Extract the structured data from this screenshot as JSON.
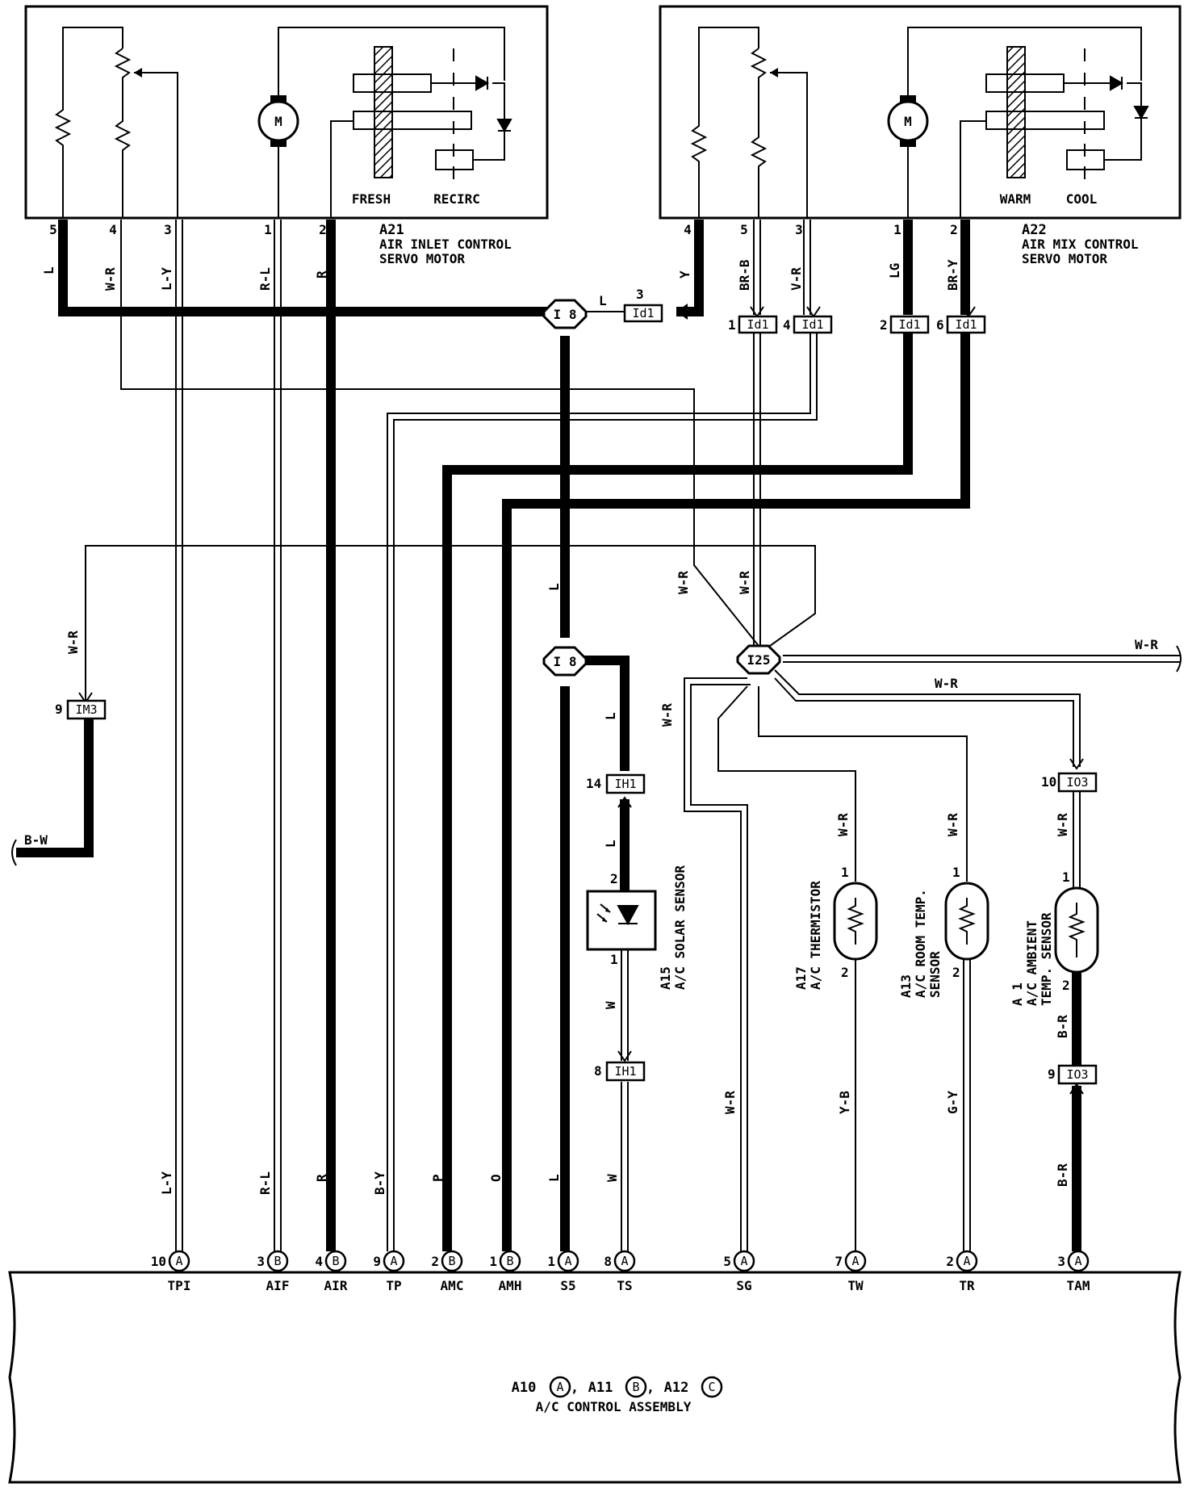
{
  "components": {
    "a21": {
      "id": "A21",
      "name_line1": "AIR INLET CONTROL",
      "name_line2": "SERVO MOTOR",
      "fresh": "FRESH",
      "recirc": "RECIRC",
      "pins": [
        "5",
        "4",
        "3",
        "1",
        "2"
      ]
    },
    "a22": {
      "id": "A22",
      "name_line1": "AIR MIX CONTROL",
      "name_line2": "SERVO MOTOR",
      "warm": "WARM",
      "cool": "COOL",
      "pins": [
        "4",
        "5",
        "3",
        "1",
        "2"
      ]
    },
    "a15": {
      "id": "A15",
      "name": "A/C SOLAR SENSOR",
      "pin_top": "2",
      "pin_bottom": "1"
    },
    "a17": {
      "id": "A17",
      "name": "A/C THERMISTOR",
      "pin_top": "1",
      "pin_bottom": "2"
    },
    "a13": {
      "id": "A13",
      "name_line1": "A/C ROOM TEMP.",
      "name_line2": "SENSOR",
      "pin_top": "1",
      "pin_bottom": "2"
    },
    "a1": {
      "id": "A 1",
      "name_line1": "A/C AMBIENT",
      "name_line2": "TEMP. SENSOR",
      "pin_top": "1",
      "pin_bottom": "2"
    },
    "motor_symbol": "M"
  },
  "junctions": {
    "i8": "I 8",
    "i25": "I25"
  },
  "connectors": {
    "id1": "Id1",
    "im3": "IM3",
    "ih1": "IH1",
    "io3": "IO3",
    "pin_3": "3",
    "pin_1": "1",
    "pin_4": "4",
    "pin_2": "2",
    "pin_6": "6",
    "pin_9": "9",
    "pin_14": "14",
    "pin_8": "8",
    "pin_10": "10"
  },
  "wire_colors": {
    "l": "L",
    "wr": "W-R",
    "ly": "L-Y",
    "rl": "R-L",
    "r": "R",
    "y": "Y",
    "brb": "BR-B",
    "vr": "V-R",
    "lg": "LG",
    "bry": "BR-Y",
    "bw": "B-W",
    "by": "B-Y",
    "p": "P",
    "o": "O",
    "w": "W",
    "yb": "Y-B",
    "gy": "G-Y",
    "br": "B-R"
  },
  "terminals": [
    {
      "num": "10",
      "conn": "A",
      "name": "TPI"
    },
    {
      "num": "3",
      "conn": "B",
      "name": "AIF"
    },
    {
      "num": "4",
      "conn": "B",
      "name": "AIR"
    },
    {
      "num": "9",
      "conn": "A",
      "name": "TP"
    },
    {
      "num": "2",
      "conn": "B",
      "name": "AMC"
    },
    {
      "num": "1",
      "conn": "B",
      "name": "AMH"
    },
    {
      "num": "1",
      "conn": "A",
      "name": "S5"
    },
    {
      "num": "8",
      "conn": "A",
      "name": "TS"
    },
    {
      "num": "5",
      "conn": "A",
      "name": "SG"
    },
    {
      "num": "7",
      "conn": "A",
      "name": "TW"
    },
    {
      "num": "2",
      "conn": "A",
      "name": "TR"
    },
    {
      "num": "3",
      "conn": "A",
      "name": "TAM"
    }
  ],
  "assembly": {
    "a10": "A10",
    "a11": "A11",
    "a12": "A12",
    "c_a": "A",
    "c_b": "B",
    "c_c": "C",
    "sep": ",",
    "name": "A/C CONTROL ASSEMBLY"
  }
}
